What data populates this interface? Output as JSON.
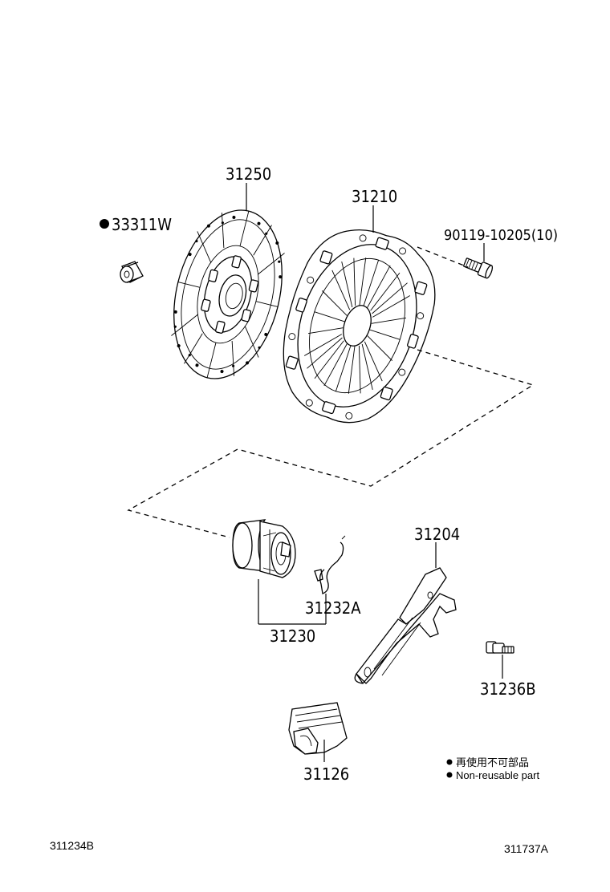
{
  "callouts": {
    "clutch_disc": "31250",
    "pilot_bearing": "33311W",
    "clutch_cover": "31210",
    "cover_bolt": "90119-10205(10)",
    "release_bearing_hub": "31230",
    "hub_clip": "31232A",
    "release_fork": "31204",
    "fork_support": "31236B",
    "fork_boot": "31126"
  },
  "legend": {
    "japanese": "再使用不可部品",
    "english": "Non-reusable part"
  },
  "footer": {
    "left_code": "311234B",
    "right_code": "311737A"
  }
}
